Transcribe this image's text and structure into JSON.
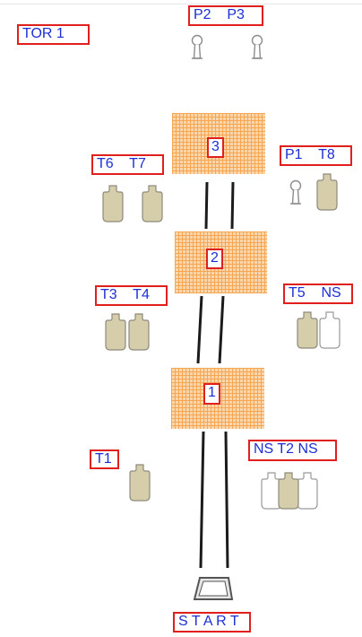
{
  "stage": {
    "title": "TOR 1",
    "start": "S T A R T",
    "positions": [
      {
        "number": "1"
      },
      {
        "number": "2"
      },
      {
        "number": "3"
      }
    ],
    "target_groups": [
      {
        "label": "P2    P3"
      },
      {
        "label": "T6    T7"
      },
      {
        "label": "P1    T8"
      },
      {
        "label": "T3    T4"
      },
      {
        "label": "T5    NS"
      },
      {
        "label": "T1"
      },
      {
        "label": "NS T2 NS"
      }
    ]
  },
  "colors": {
    "label_border": "#e0201c",
    "label_text": "#1c2fd6",
    "shoot_target": "#d6cdaa",
    "no_shoot_target": "#ffffff",
    "mat_fill": "#fbd7ad",
    "mat_grid": "#f6a553"
  },
  "icons": [
    "popper-icon",
    "shoot-target-icon",
    "no-shoot-target-icon",
    "start-box-icon"
  ]
}
